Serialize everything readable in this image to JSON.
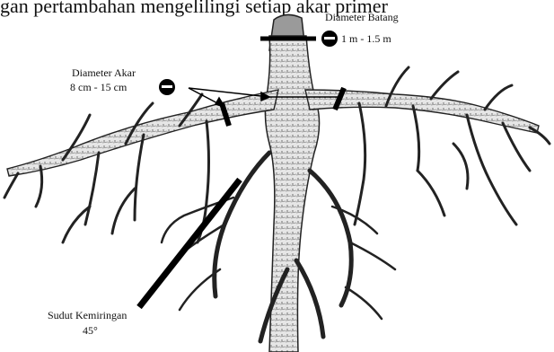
{
  "caption_text": "gan pertambahan mengelilingi setiap akar primer",
  "labels": {
    "stem_diameter_title": "Diameter Batang",
    "stem_diameter_value": "1 m - 1.5 m",
    "root_diameter_title": "Diameter Akar",
    "root_diameter_value": "8 cm - 15 cm",
    "slope_title": "Sudut Kemiringan",
    "slope_value": "45°"
  },
  "icons": [
    "diameter-symbol-icon",
    "diameter-symbol-icon"
  ],
  "colors": {
    "ink": "#111111",
    "bark_dark": "#2a2a2a",
    "bark_light": "#bdbdbd",
    "background": "#ffffff"
  }
}
